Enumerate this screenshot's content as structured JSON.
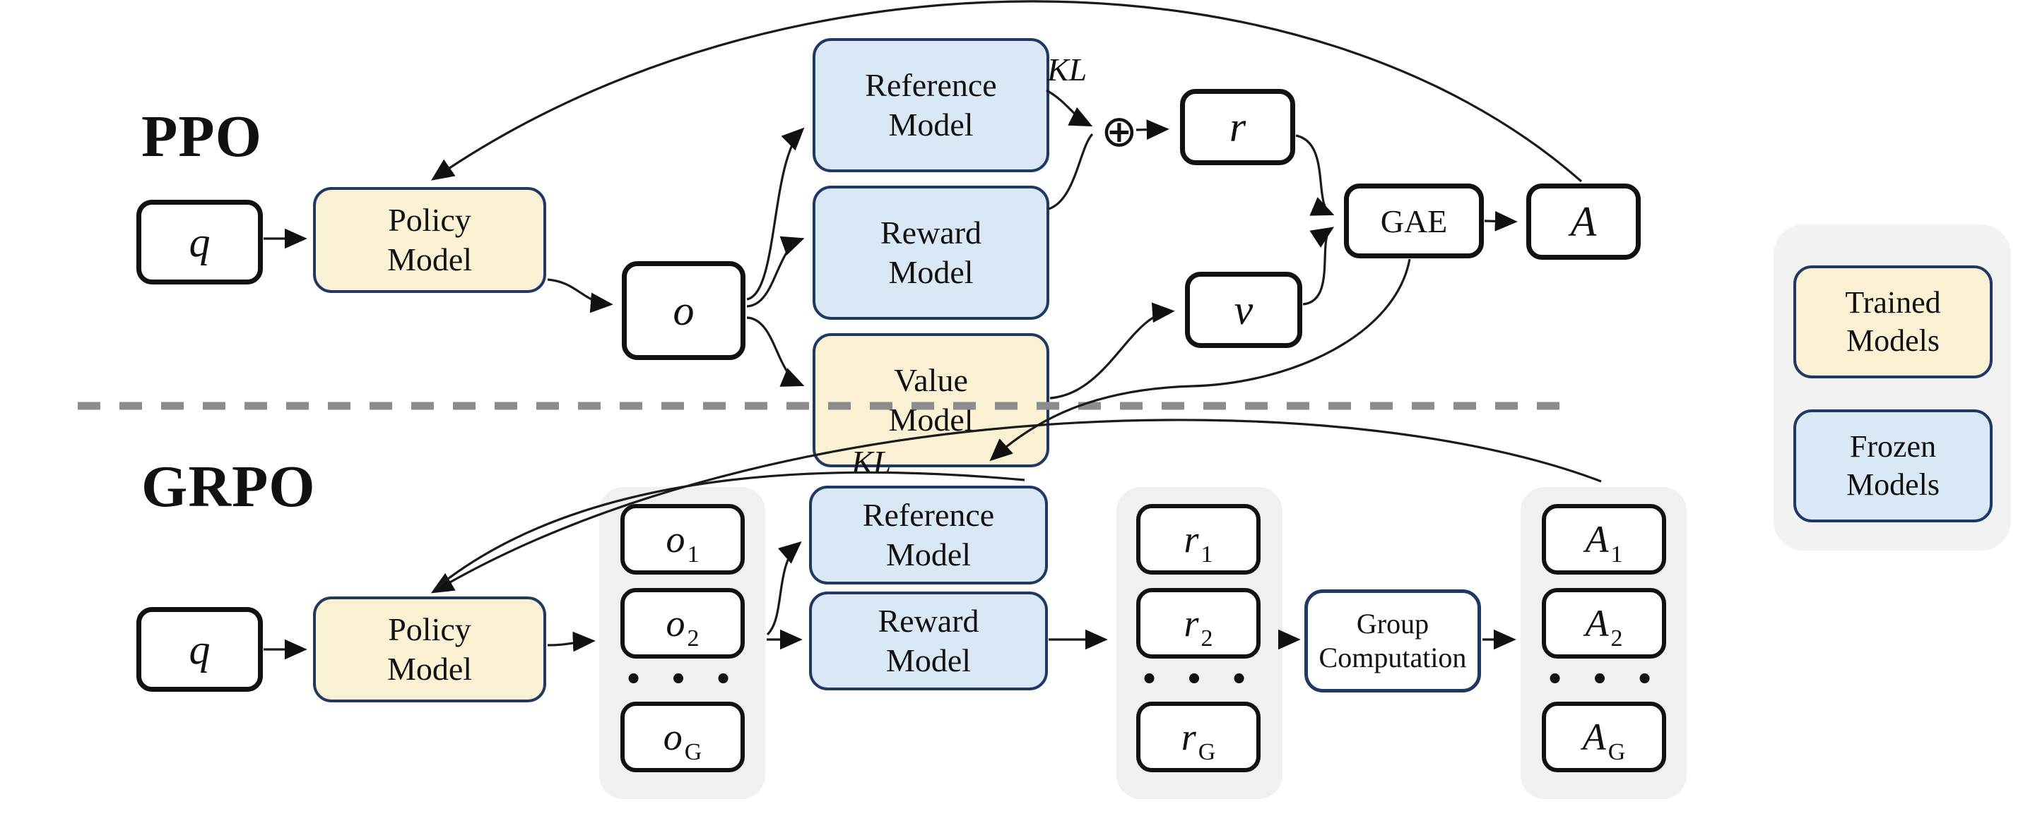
{
  "ppo": {
    "section_label": "PPO",
    "q": "q",
    "policy_model": {
      "line1": "Policy",
      "line2": "Model"
    },
    "o": "o",
    "reference_model": {
      "line1": "Reference",
      "line2": "Model"
    },
    "reward_model": {
      "line1": "Reward",
      "line2": "Model"
    },
    "value_model": {
      "line1": "Value",
      "line2": "Model"
    },
    "kl": "KL",
    "oplus": "⊕",
    "r": "r",
    "v": "v",
    "gae": "GAE",
    "advantage": "A"
  },
  "grpo": {
    "section_label": "GRPO",
    "q": "q",
    "policy_model": {
      "line1": "Policy",
      "line2": "Model"
    },
    "reference_model": {
      "line1": "Reference",
      "line2": "Model"
    },
    "reward_model": {
      "line1": "Reward",
      "line2": "Model"
    },
    "kl": "KL",
    "group_computation": {
      "line1": "Group",
      "line2": "Computation"
    },
    "outputs": [
      {
        "base": "o",
        "sub": "1"
      },
      {
        "base": "o",
        "sub": "2"
      },
      {
        "base": "o",
        "sub": "G"
      }
    ],
    "rewards": [
      {
        "base": "r",
        "sub": "1"
      },
      {
        "base": "r",
        "sub": "2"
      },
      {
        "base": "r",
        "sub": "G"
      }
    ],
    "advantages": [
      {
        "base": "A",
        "sub": "1"
      },
      {
        "base": "A",
        "sub": "2"
      },
      {
        "base": "A",
        "sub": "G"
      }
    ],
    "ellipsis": "• • •"
  },
  "legend": {
    "trained": {
      "line1": "Trained",
      "line2": "Models"
    },
    "frozen": {
      "line1": "Frozen",
      "line2": "Models"
    }
  },
  "colors": {
    "trained_fill": "#FAF0D3",
    "frozen_fill": "#DAE7F4",
    "model_border": "#1F3864",
    "plain_border": "#111111",
    "container_gray": "#F0F0F0",
    "divider_gray": "#8C8C8C"
  }
}
